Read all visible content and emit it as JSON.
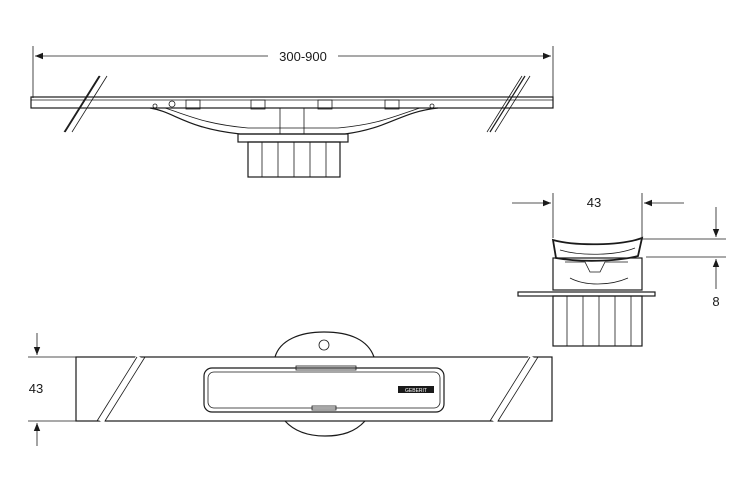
{
  "dimensions": {
    "length": "300-900",
    "width_side": "43",
    "width_plan": "43",
    "height_offset": "8"
  },
  "logo": {
    "text": "GEBERIT"
  }
}
